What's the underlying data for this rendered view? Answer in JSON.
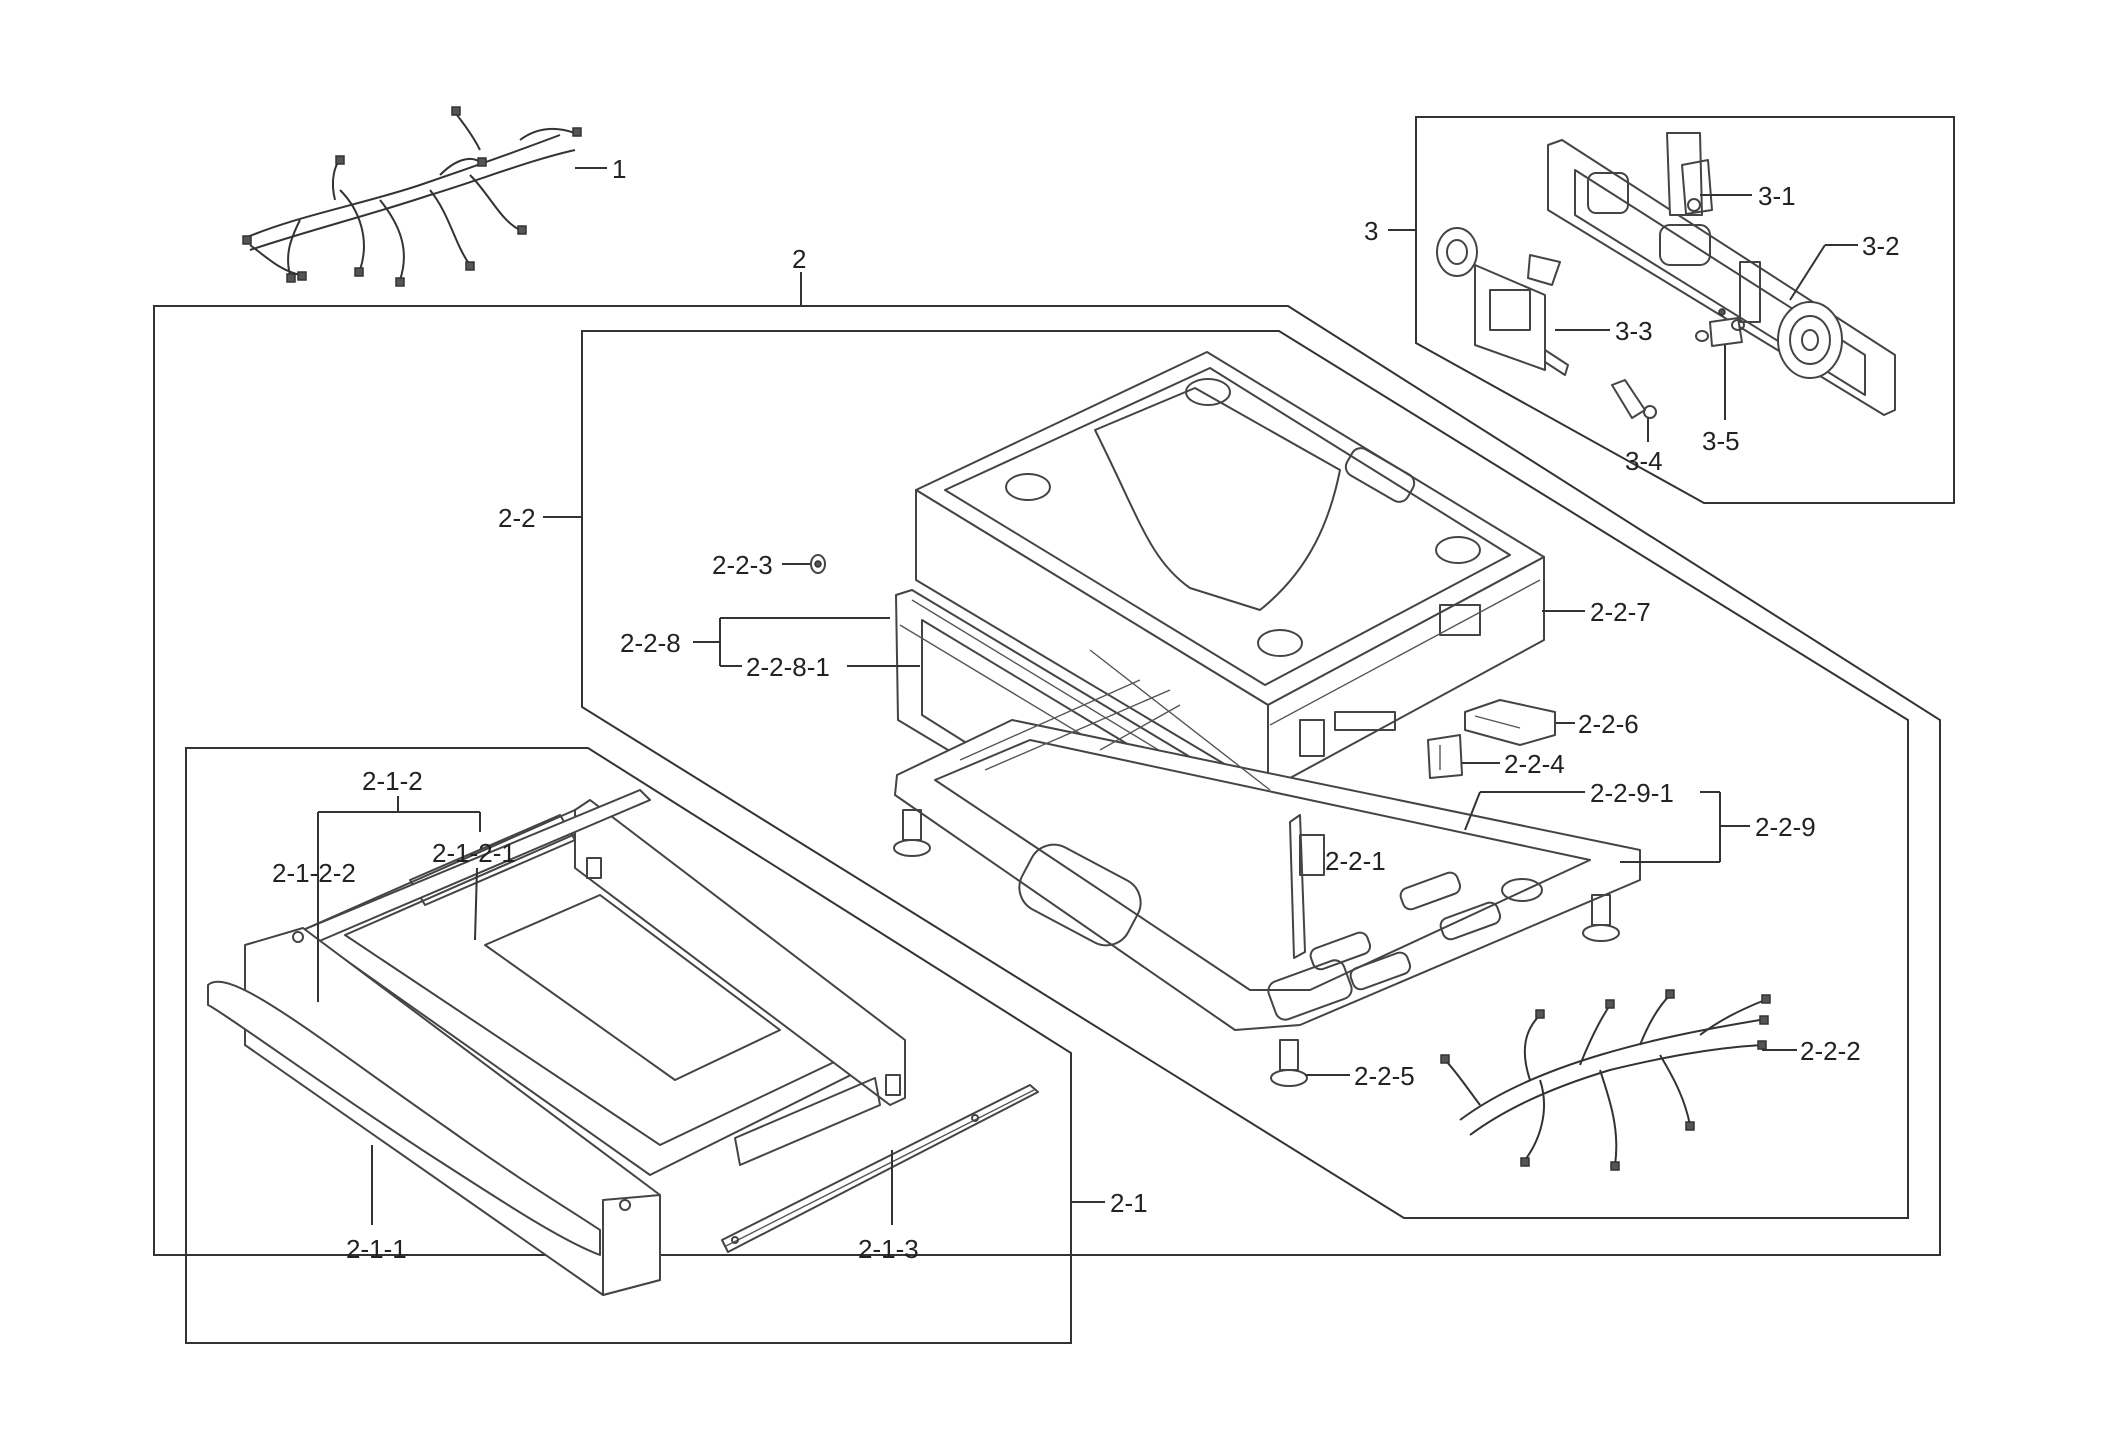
{
  "labels": {
    "l1": "1",
    "l2": "2",
    "l2_1": "2-1",
    "l2_1_1": "2-1-1",
    "l2_1_2": "2-1-2",
    "l2_1_2_1": "2-1-2-1",
    "l2_1_2_2": "2-1-2-2",
    "l2_1_3": "2-1-3",
    "l2_2": "2-2",
    "l2_2_1": "2-2-1",
    "l2_2_2": "2-2-2",
    "l2_2_3": "2-2-3",
    "l2_2_4": "2-2-4",
    "l2_2_5": "2-2-5",
    "l2_2_6": "2-2-6",
    "l2_2_7": "2-2-7",
    "l2_2_8": "2-2-8",
    "l2_2_8_1": "2-2-8-1",
    "l2_2_9": "2-2-9",
    "l2_2_9_1": "2-2-9-1",
    "l3": "3",
    "l3_1": "3-1",
    "l3_2": "3-2",
    "l3_3": "3-3",
    "l3_4": "3-4",
    "l3_5": "3-5"
  },
  "colors": {
    "line": "#333333",
    "background": "#ffffff"
  }
}
